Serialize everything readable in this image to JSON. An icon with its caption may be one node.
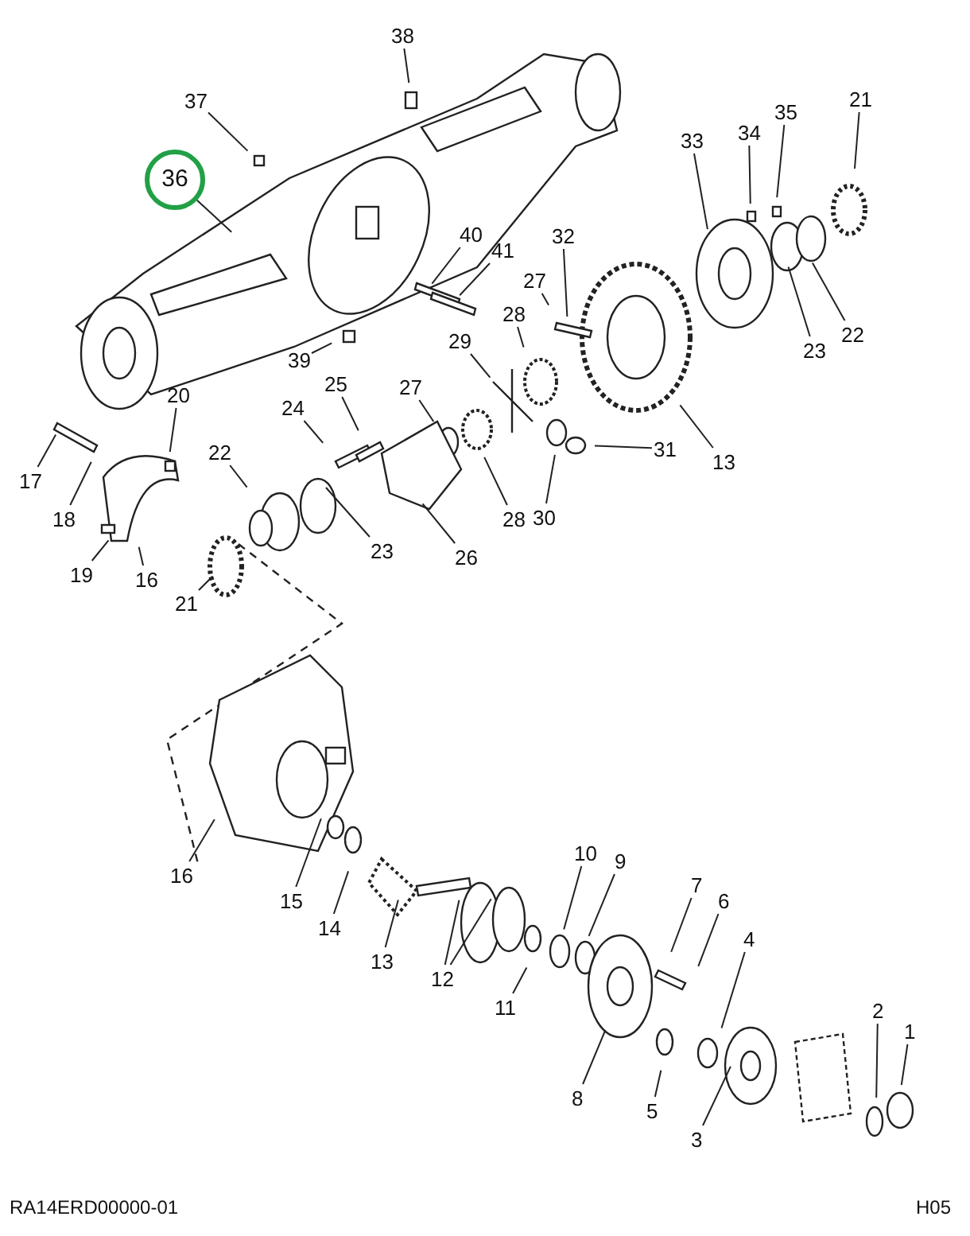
{
  "diagram": {
    "nodes": [
      {
        "text": [
          "38"
        ]
      },
      {
        "text": [
          "37"
        ]
      },
      {
        "text": [
          "36"
        ]
      },
      {
        "text": [
          "21"
        ]
      },
      {
        "text": [
          "35"
        ]
      },
      {
        "text": [
          "34"
        ]
      },
      {
        "text": [
          "33"
        ]
      },
      {
        "text": [
          "40"
        ]
      },
      {
        "text": [
          "41"
        ]
      },
      {
        "text": [
          "32"
        ]
      },
      {
        "text": [
          "27"
        ]
      },
      {
        "text": [
          "28"
        ]
      },
      {
        "text": [
          "22"
        ]
      },
      {
        "text": [
          "23"
        ]
      },
      {
        "text": [
          "39"
        ]
      },
      {
        "text": [
          "29"
        ]
      },
      {
        "text": [
          "20"
        ]
      },
      {
        "text": [
          "25"
        ]
      },
      {
        "text": [
          "27"
        ]
      },
      {
        "text": [
          "24"
        ]
      },
      {
        "text": [
          "17"
        ]
      },
      {
        "text": [
          "18"
        ]
      },
      {
        "text": [
          "31"
        ]
      },
      {
        "text": [
          "13"
        ]
      },
      {
        "text": [
          "22"
        ]
      },
      {
        "text": [
          "28"
        ]
      },
      {
        "text": [
          "30"
        ]
      },
      {
        "text": [
          "26"
        ]
      },
      {
        "text": [
          "23"
        ]
      },
      {
        "text": [
          "19"
        ]
      },
      {
        "text": [
          "16"
        ]
      },
      {
        "text": [
          "21"
        ]
      },
      {
        "text": [
          "16"
        ]
      },
      {
        "text": [
          "15"
        ]
      },
      {
        "text": [
          "10"
        ]
      },
      {
        "text": [
          "9"
        ]
      },
      {
        "text": [
          "14"
        ]
      },
      {
        "text": [
          "7"
        ]
      },
      {
        "text": [
          "6"
        ]
      },
      {
        "text": [
          "13"
        ]
      },
      {
        "text": [
          "12"
        ]
      },
      {
        "text": [
          "4"
        ]
      },
      {
        "text": [
          "11"
        ]
      },
      {
        "text": [
          "2"
        ]
      },
      {
        "text": [
          "1"
        ]
      },
      {
        "text": [
          "8"
        ]
      },
      {
        "text": [
          "5"
        ]
      },
      {
        "text": [
          "3"
        ]
      }
    ],
    "edges": [
      {
        "from": 0,
        "to": null,
        "arrow": "none"
      },
      {
        "from": 1,
        "to": null,
        "arrow": "none"
      },
      {
        "from": 2,
        "to": null,
        "arrow": "none"
      },
      {
        "from": 3,
        "to": null,
        "arrow": "none"
      },
      {
        "from": 4,
        "to": null,
        "arrow": "none"
      },
      {
        "from": 5,
        "to": null,
        "arrow": "none"
      },
      {
        "from": 6,
        "to": null,
        "arrow": "none"
      },
      {
        "from": 7,
        "to": null,
        "arrow": "none"
      },
      {
        "from": 8,
        "to": null,
        "arrow": "none"
      },
      {
        "from": 9,
        "to": null,
        "arrow": "none"
      },
      {
        "from": 10,
        "to": null,
        "arrow": "none"
      },
      {
        "from": 11,
        "to": null,
        "arrow": "none"
      },
      {
        "from": 12,
        "to": null,
        "arrow": "none"
      },
      {
        "from": 13,
        "to": null,
        "arrow": "none"
      },
      {
        "from": 14,
        "to": null,
        "arrow": "none"
      },
      {
        "from": 15,
        "to": null,
        "arrow": "none"
      },
      {
        "from": 16,
        "to": null,
        "arrow": "none"
      },
      {
        "from": 17,
        "to": null,
        "arrow": "none"
      },
      {
        "from": 18,
        "to": null,
        "arrow": "none"
      },
      {
        "from": 19,
        "to": null,
        "arrow": "none"
      },
      {
        "from": 20,
        "to": null,
        "arrow": "none"
      },
      {
        "from": 21,
        "to": null,
        "arrow": "none"
      },
      {
        "from": 22,
        "to": null,
        "arrow": "none"
      },
      {
        "from": 23,
        "to": null,
        "arrow": "none"
      },
      {
        "from": 24,
        "to": null,
        "arrow": "none"
      },
      {
        "from": 25,
        "to": null,
        "arrow": "none"
      },
      {
        "from": 26,
        "to": null,
        "arrow": "none"
      },
      {
        "from": 27,
        "to": null,
        "arrow": "none"
      },
      {
        "from": 28,
        "to": null,
        "arrow": "none"
      },
      {
        "from": 29,
        "to": null,
        "arrow": "none"
      },
      {
        "from": 30,
        "to": null,
        "arrow": "none"
      },
      {
        "from": 31,
        "to": null,
        "arrow": "none"
      },
      {
        "from": 32,
        "to": null,
        "arrow": "none"
      },
      {
        "from": 33,
        "to": null,
        "arrow": "none"
      },
      {
        "from": 34,
        "to": null,
        "arrow": "none"
      },
      {
        "from": 35,
        "to": null,
        "arrow": "none"
      },
      {
        "from": 36,
        "to": null,
        "arrow": "none"
      },
      {
        "from": 37,
        "to": null,
        "arrow": "none"
      },
      {
        "from": 38,
        "to": null,
        "arrow": "none"
      },
      {
        "from": 39,
        "to": null,
        "arrow": "none"
      },
      {
        "from": 40,
        "to": null,
        "arrow": "none"
      },
      {
        "from": 40,
        "to": null,
        "arrow": "none"
      },
      {
        "from": 41,
        "to": null,
        "arrow": "none"
      },
      {
        "from": 42,
        "to": null,
        "arrow": "none"
      },
      {
        "from": 43,
        "to": null,
        "arrow": "none"
      },
      {
        "from": 44,
        "to": null,
        "arrow": "none"
      },
      {
        "from": 45,
        "to": null,
        "arrow": "none"
      },
      {
        "from": 46,
        "to": null,
        "arrow": "none"
      },
      {
        "from": 47,
        "to": null,
        "arrow": "none"
      }
    ],
    "labels": [
      "RA14ERD00000-01",
      "H05"
    ]
  }
}
